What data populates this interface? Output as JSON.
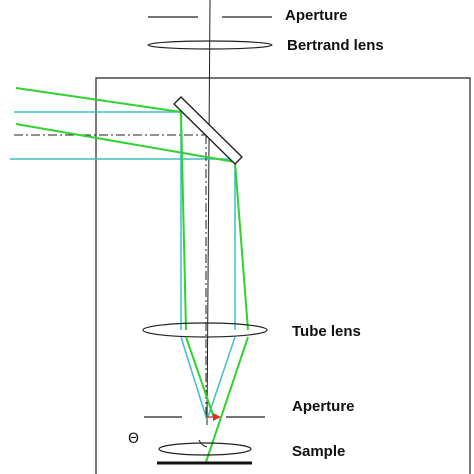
{
  "labels": {
    "aperture_top": "Aperture",
    "bertrand_lens": "Bertrand lens",
    "tube_lens": "Tube lens",
    "aperture_bottom": "Aperture",
    "sample": "Sample",
    "theta": "Θ"
  },
  "colors": {
    "outline": "#222222",
    "green_ray": "#2fd32f",
    "cyan_ray": "#3fbfc4",
    "arrow": "#d9302c",
    "background": "#ffffff"
  }
}
